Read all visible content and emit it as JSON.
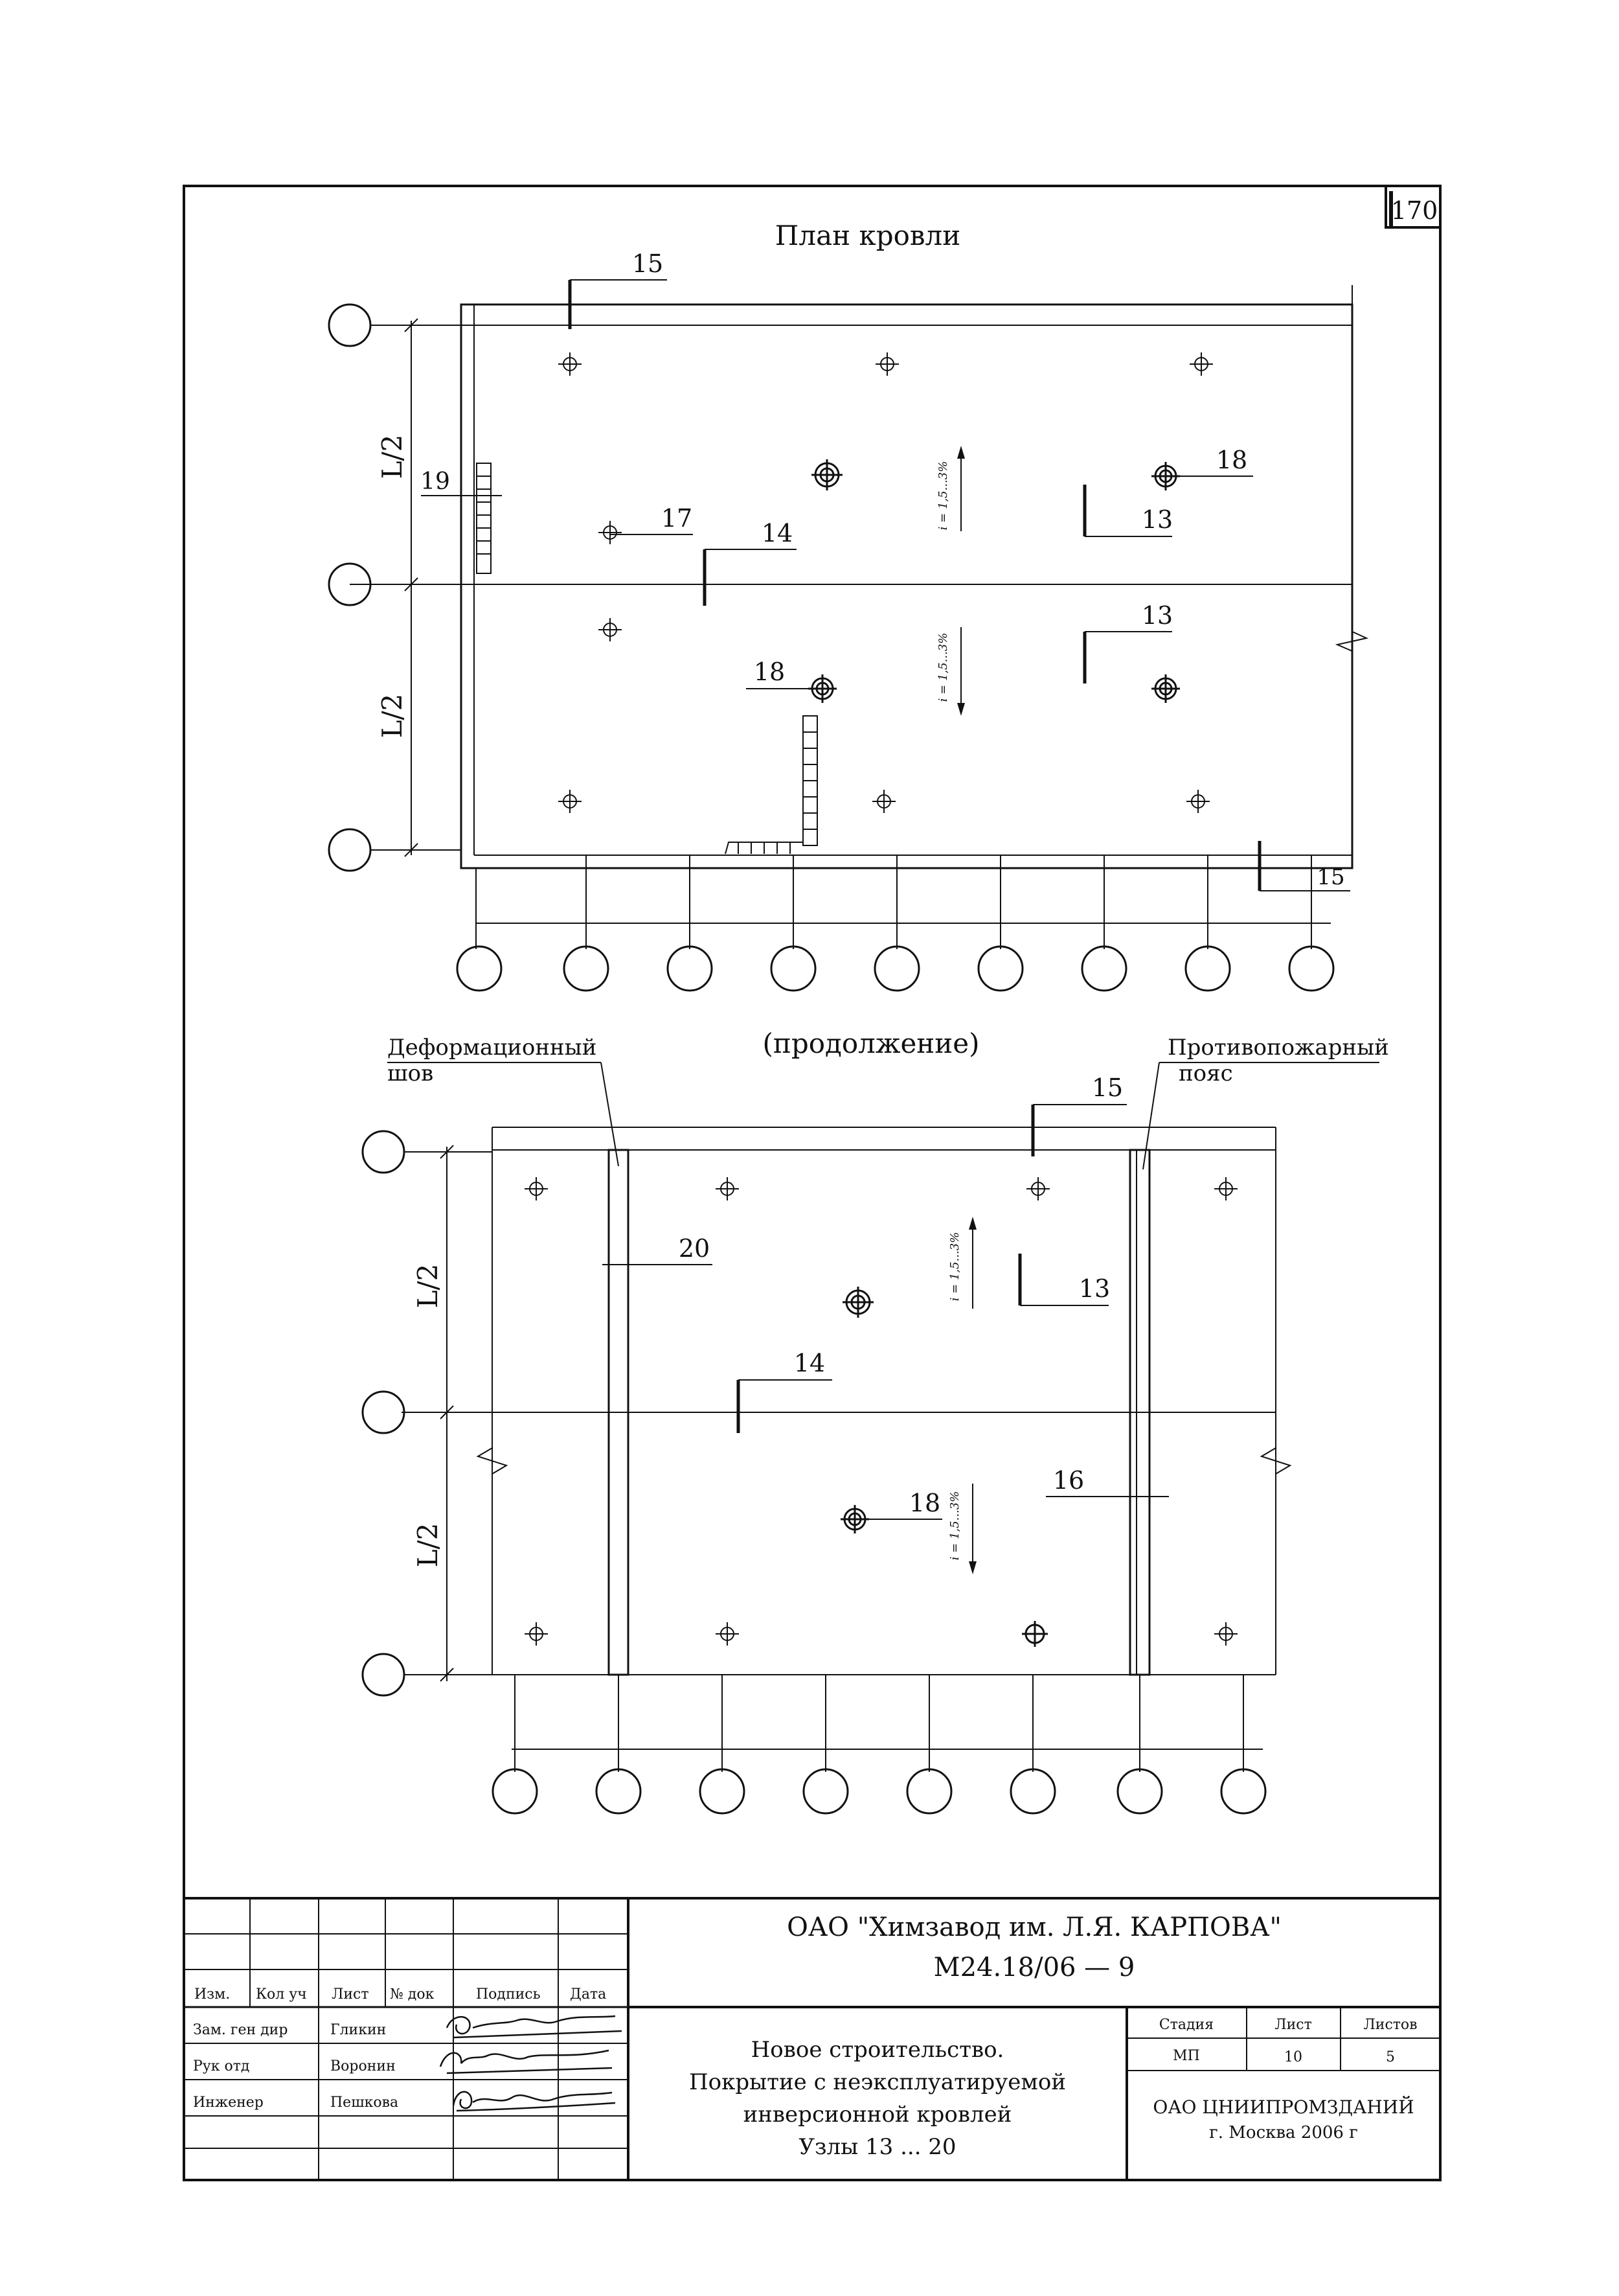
{
  "page_number": "170",
  "plan1": {
    "title": "План кровли",
    "dim_labels": [
      "L/2",
      "L/2"
    ],
    "callouts": {
      "c15_top": "15",
      "c15_bot": "15",
      "c19": "19",
      "c17": "17",
      "c14": "14",
      "c18_a": "18",
      "c13_a": "13",
      "c13_b": "13",
      "c18_b": "18"
    },
    "slope_texts": [
      "i = 1,5...3%",
      "i = 1,5...3%"
    ]
  },
  "plan2": {
    "title": "(продолжение)",
    "expansion_joint_label_1": "Деформационный",
    "expansion_joint_label_2": "шов",
    "firewall_label_1": "Противопожарный",
    "firewall_label_2": "пояс",
    "dim_labels": [
      "L/2",
      "L/2"
    ],
    "callouts": {
      "c15": "15",
      "c20": "20",
      "c13": "13",
      "c14": "14",
      "c16": "16",
      "c18": "18"
    },
    "slope_texts": [
      "i = 1,5...3%",
      "i = 1,5...3%"
    ]
  },
  "title_block": {
    "company": "ОАО \"Химзавод им. Л.Я. КАРПОВА\"",
    "doc_code": "М24.18/06 — 9",
    "headers": [
      "Изм.",
      "Кол уч",
      "Лист",
      "№ док",
      "Подпись",
      "Дата"
    ],
    "roles": [
      {
        "role": "Зам. ген дир",
        "name": "Гликин"
      },
      {
        "role": "Рук отд",
        "name": "Воронин"
      },
      {
        "role": "Инженер",
        "name": "Пешкова"
      }
    ],
    "description_lines": [
      "Новое строительство.",
      "Покрытие с неэксплуатируемой",
      "инверсионной кровлей",
      "Узлы 13 ... 20"
    ],
    "stage_header": "Стадия",
    "sheet_header": "Лист",
    "sheets_header": "Листов",
    "stage_value": "МП",
    "sheet_value": "10",
    "sheets_value": "5",
    "organization": "ОАО ЦНИИПРОМЗДАНИЙ",
    "city_year": "г. Москва 2006 г"
  }
}
